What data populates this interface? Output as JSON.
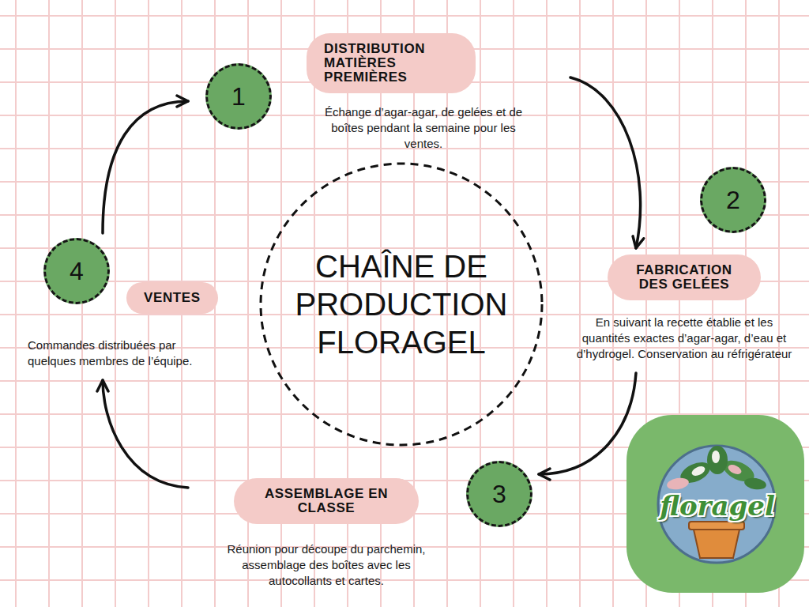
{
  "diagram": {
    "title": "CHAÎNE DE PRODUCTION FLORAGEL",
    "nodes": [
      {
        "text": [
          "1"
        ]
      },
      {
        "text": [
          "DISTRIBUTION MATIÈRES PREMIÈRES",
          "Échange d’agar-agar, de gelées et de boîtes pendant la semaine pour les ventes."
        ]
      },
      {
        "text": [
          "2"
        ]
      },
      {
        "text": [
          "FABRICATION DES GELÉES",
          "En suivant la recette établie et les quantités exactes d’agar-agar, d’eau et d’hydrogel. Conservation au réfrigérateur"
        ]
      },
      {
        "text": [
          "3"
        ]
      },
      {
        "text": [
          "ASSEMBLAGE EN CLASSE",
          "Réunion pour découpe du parchemin, assemblage des boîtes avec les autocollants et cartes."
        ]
      },
      {
        "text": [
          "4"
        ]
      },
      {
        "text": [
          "VENTES",
          "Commandes distribuées par quelques membres de l’équipe."
        ]
      }
    ],
    "edges": [
      {
        "from": 1,
        "to": 3,
        "arrow": "to"
      },
      {
        "from": 3,
        "to": 4,
        "arrow": "to"
      },
      {
        "from": 5,
        "to": 7,
        "arrow": "to"
      },
      {
        "from": 6,
        "to": 0,
        "arrow": "to"
      }
    ],
    "labels": [
      "floragel"
    ]
  }
}
